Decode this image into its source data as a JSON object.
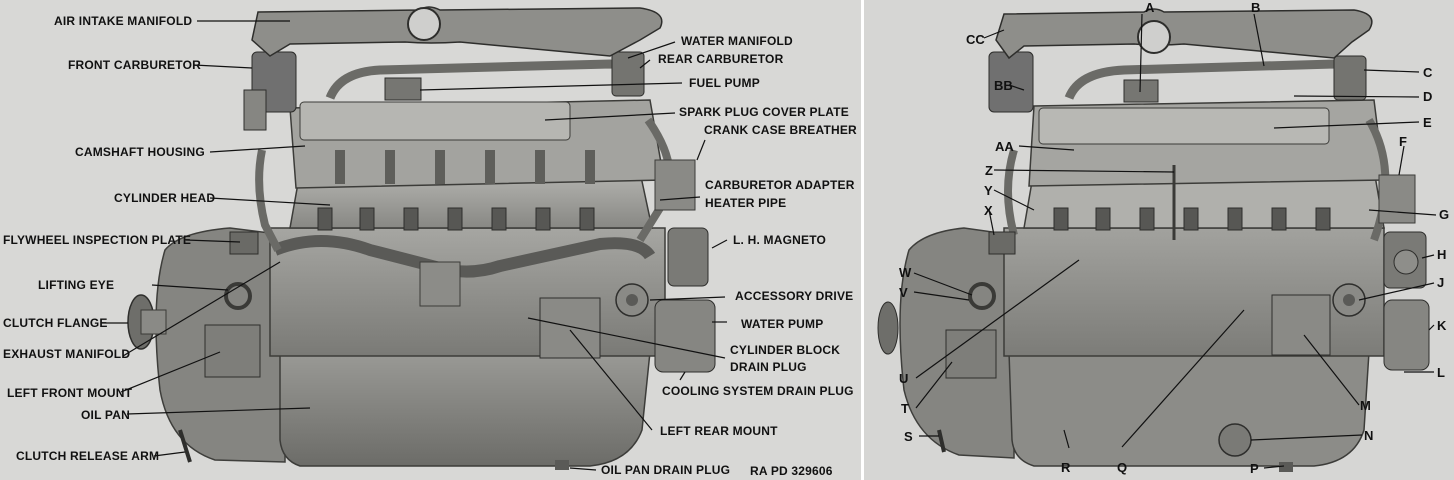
{
  "left_labels": {
    "air_intake_manifold": "AIR INTAKE MANIFOLD",
    "front_carburetor": "FRONT CARBURETOR",
    "water_manifold": "WATER MANIFOLD",
    "rear_carburetor": "REAR CARBURETOR",
    "fuel_pump": "FUEL PUMP",
    "spark_plug_cover_plate": "SPARK PLUG COVER PLATE",
    "crank_case_breather": "CRANK CASE BREATHER",
    "camshaft_housing": "CAMSHAFT HOUSING",
    "cylinder_head": "CYLINDER HEAD",
    "carburetor_adapter": "CARBURETOR ADAPTER",
    "heater_pipe": "HEATER PIPE",
    "flywheel_inspection_plate": "FLYWHEEL INSPECTION PLATE",
    "lh_magneto": "L. H. MAGNETO",
    "lifting_eye": "LIFTING EYE",
    "accessory_drive": "ACCESSORY DRIVE",
    "clutch_flange": "CLUTCH FLANGE",
    "water_pump": "WATER PUMP",
    "exhaust_manifold": "EXHAUST MANIFOLD",
    "cylinder_block_drain_plug_1": "CYLINDER BLOCK",
    "cylinder_block_drain_plug_2": "DRAIN PLUG",
    "left_front_mount": "LEFT FRONT MOUNT",
    "cooling_system_drain_plug": "COOLING SYSTEM DRAIN PLUG",
    "oil_pan": "OIL PAN",
    "left_rear_mount": "LEFT REAR MOUNT",
    "clutch_release_arm": "CLUTCH RELEASE ARM",
    "oil_pan_drain_plug": "OIL PAN DRAIN PLUG",
    "plate_number": "RA PD 329606"
  },
  "right_letters": {
    "A": "A",
    "B": "B",
    "C": "C",
    "D": "D",
    "E": "E",
    "F": "F",
    "G": "G",
    "H": "H",
    "J": "J",
    "K": "K",
    "L": "L",
    "M": "M",
    "N": "N",
    "P": "P",
    "Q": "Q",
    "R": "R",
    "S": "S",
    "T": "T",
    "U": "U",
    "V": "V",
    "W": "W",
    "X": "X",
    "Y": "Y",
    "Z": "Z",
    "AA": "AA",
    "BB": "BB",
    "CC": "CC"
  },
  "colors": {
    "engine_light": "#9c9c98",
    "engine_mid": "#7d7d79",
    "engine_dark": "#4b4b48",
    "shadow": "#2e2e2c",
    "background": "#d8d8d6",
    "ink": "#111111"
  }
}
